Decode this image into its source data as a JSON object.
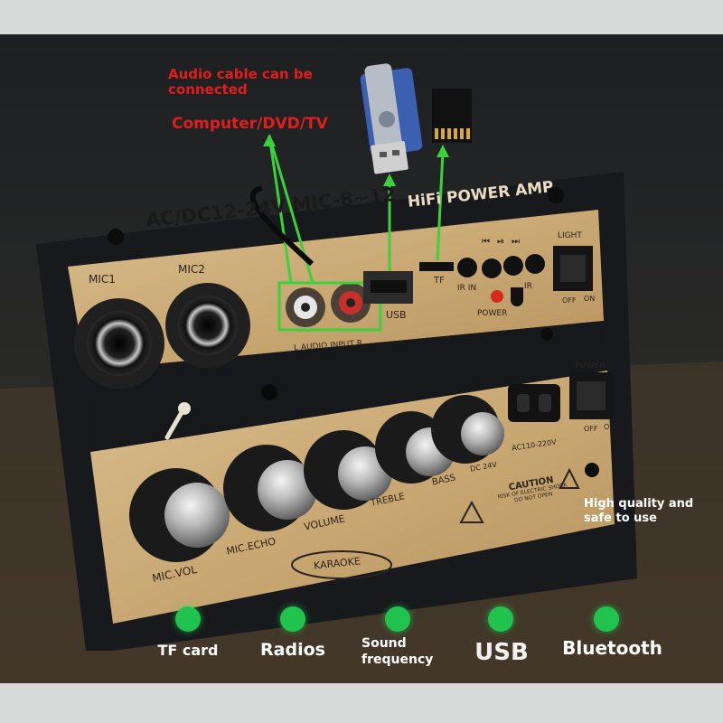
{
  "annotations": {
    "cable_line1": "Audio cable can be",
    "cable_line2": "connected",
    "sources": "Computer/DVD/TV",
    "quality_line1": "High quality and",
    "quality_line2": "safe to use"
  },
  "panel": {
    "model": "AC/DC12-24V MIC-8~12",
    "title": "HiFi POWER AMP",
    "mic1": "MIC1",
    "mic2": "MIC2",
    "audio_input": "L AUDIO INPUT R",
    "usb": "USB",
    "tf": "TF",
    "ir_in": "IR IN",
    "ir": "IR",
    "power_led": "POWER",
    "light": "LIGHT",
    "light_off": "OFF",
    "light_on": "ON",
    "power_switch": "POWER",
    "power_off": "OFF",
    "power_on": "ON",
    "knobs": [
      "MIC.VOL",
      "MIC.ECHO",
      "VOLUME",
      "TREBLE",
      "BASS"
    ],
    "dc": "DC 24V",
    "ac": "AC110-220V",
    "caution_title": "CAUTION",
    "caution_line1": "RISK OF ELECTRIC SHOCK",
    "caution_line2": "DO NOT OPEN",
    "karaoke": "KARAOKE",
    "transport": [
      "⏮",
      "⏯",
      "⏭"
    ]
  },
  "features": [
    "TF card",
    "Radios",
    "Sound frequency",
    "USB",
    "Bluetooth"
  ],
  "colors": {
    "background": "#d9dbdb",
    "annotation_red": "#e11e1e",
    "highlight_green": "#3ad13a",
    "feature_dot": "#1fc34e",
    "panel_gold": "#cfae7c",
    "panel_black": "#17191c"
  }
}
